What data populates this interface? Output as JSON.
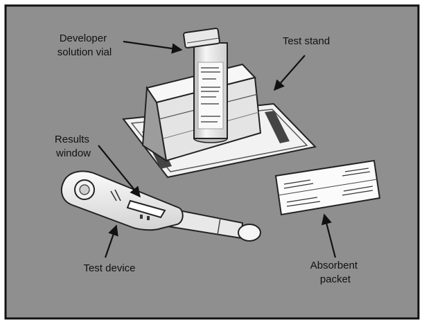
{
  "labels": {
    "developer_vial": [
      "Developer",
      "solution vial"
    ],
    "test_stand": "Test stand",
    "results_window": [
      "Results",
      "window"
    ],
    "test_device": "Test device",
    "absorbent_packet": [
      "Absorbent",
      "packet"
    ]
  },
  "colors": {
    "panel": "#8f8f8f",
    "frame": "#111111",
    "object_light": "#f4f4f4",
    "object_mid": "#d6d6d6",
    "shadow": "#6a6a6a"
  }
}
